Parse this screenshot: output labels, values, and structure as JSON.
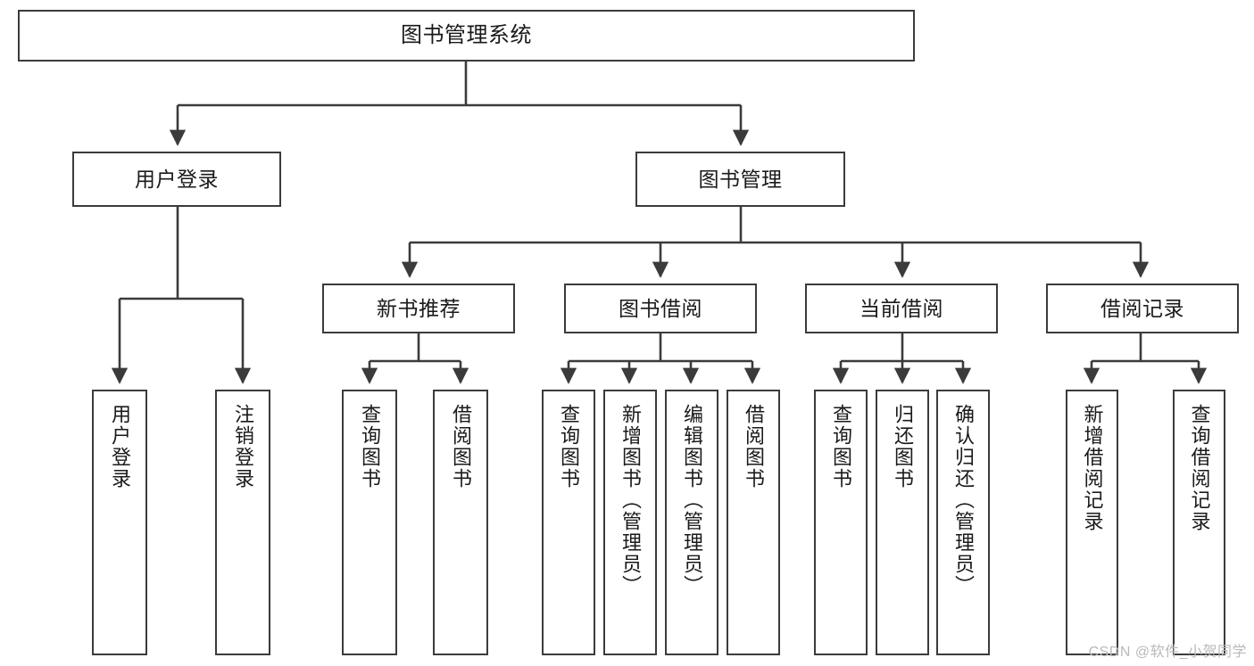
{
  "diagram": {
    "title": "图书管理系统",
    "type": "功能结构图",
    "colors": {
      "box_border": "#3b3b3b",
      "box_fill": "#ffffff",
      "edge": "#3b3b3b",
      "text": "#1a1a1a",
      "watermark": "#b9b9b9",
      "background": "#ffffff"
    },
    "root": {
      "label": "图书管理系统"
    },
    "level1": [
      {
        "label": "用户登录"
      },
      {
        "label": "图书管理"
      }
    ],
    "level2": [
      {
        "label": "新书推荐"
      },
      {
        "label": "图书借阅"
      },
      {
        "label": "当前借阅"
      },
      {
        "label": "借阅记录"
      }
    ],
    "leaves": {
      "user_login": [
        {
          "label": "用户登录"
        },
        {
          "label": "注销登录"
        }
      ],
      "new_book_recommend": [
        {
          "label": "查询图书"
        },
        {
          "label": "借阅图书"
        }
      ],
      "book_borrow": [
        {
          "label": "查询图书"
        },
        {
          "label": "新增图书（管理员）"
        },
        {
          "label": "编辑图书（管理员）"
        },
        {
          "label": "借阅图书"
        }
      ],
      "current_borrow": [
        {
          "label": "查询图书"
        },
        {
          "label": "归还图书"
        },
        {
          "label": "确认归还（管理员）"
        }
      ],
      "borrow_record": [
        {
          "label": "新增借阅记录"
        },
        {
          "label": "查询借阅记录"
        }
      ]
    }
  },
  "watermark": {
    "text": "CSDN @软件_小贺同学"
  }
}
